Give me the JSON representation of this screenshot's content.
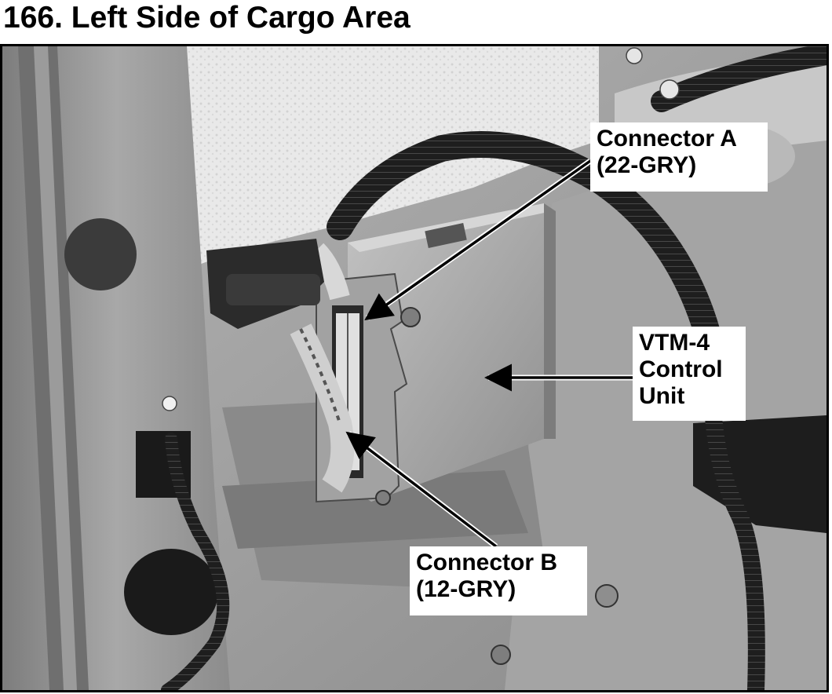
{
  "title": "166. Left Side of Cargo Area",
  "callouts": {
    "connector_a": {
      "line1": "Connector A",
      "line2": "(22-GRY)"
    },
    "connector_b": {
      "line1": "Connector B",
      "line2": "(12-GRY)"
    },
    "control_unit": {
      "line1": "VTM-4",
      "line2": "Control",
      "line3": "Unit"
    }
  },
  "colors": {
    "text": "#000000",
    "label_background": "#ffffff",
    "photo_tone": "grayscale"
  }
}
